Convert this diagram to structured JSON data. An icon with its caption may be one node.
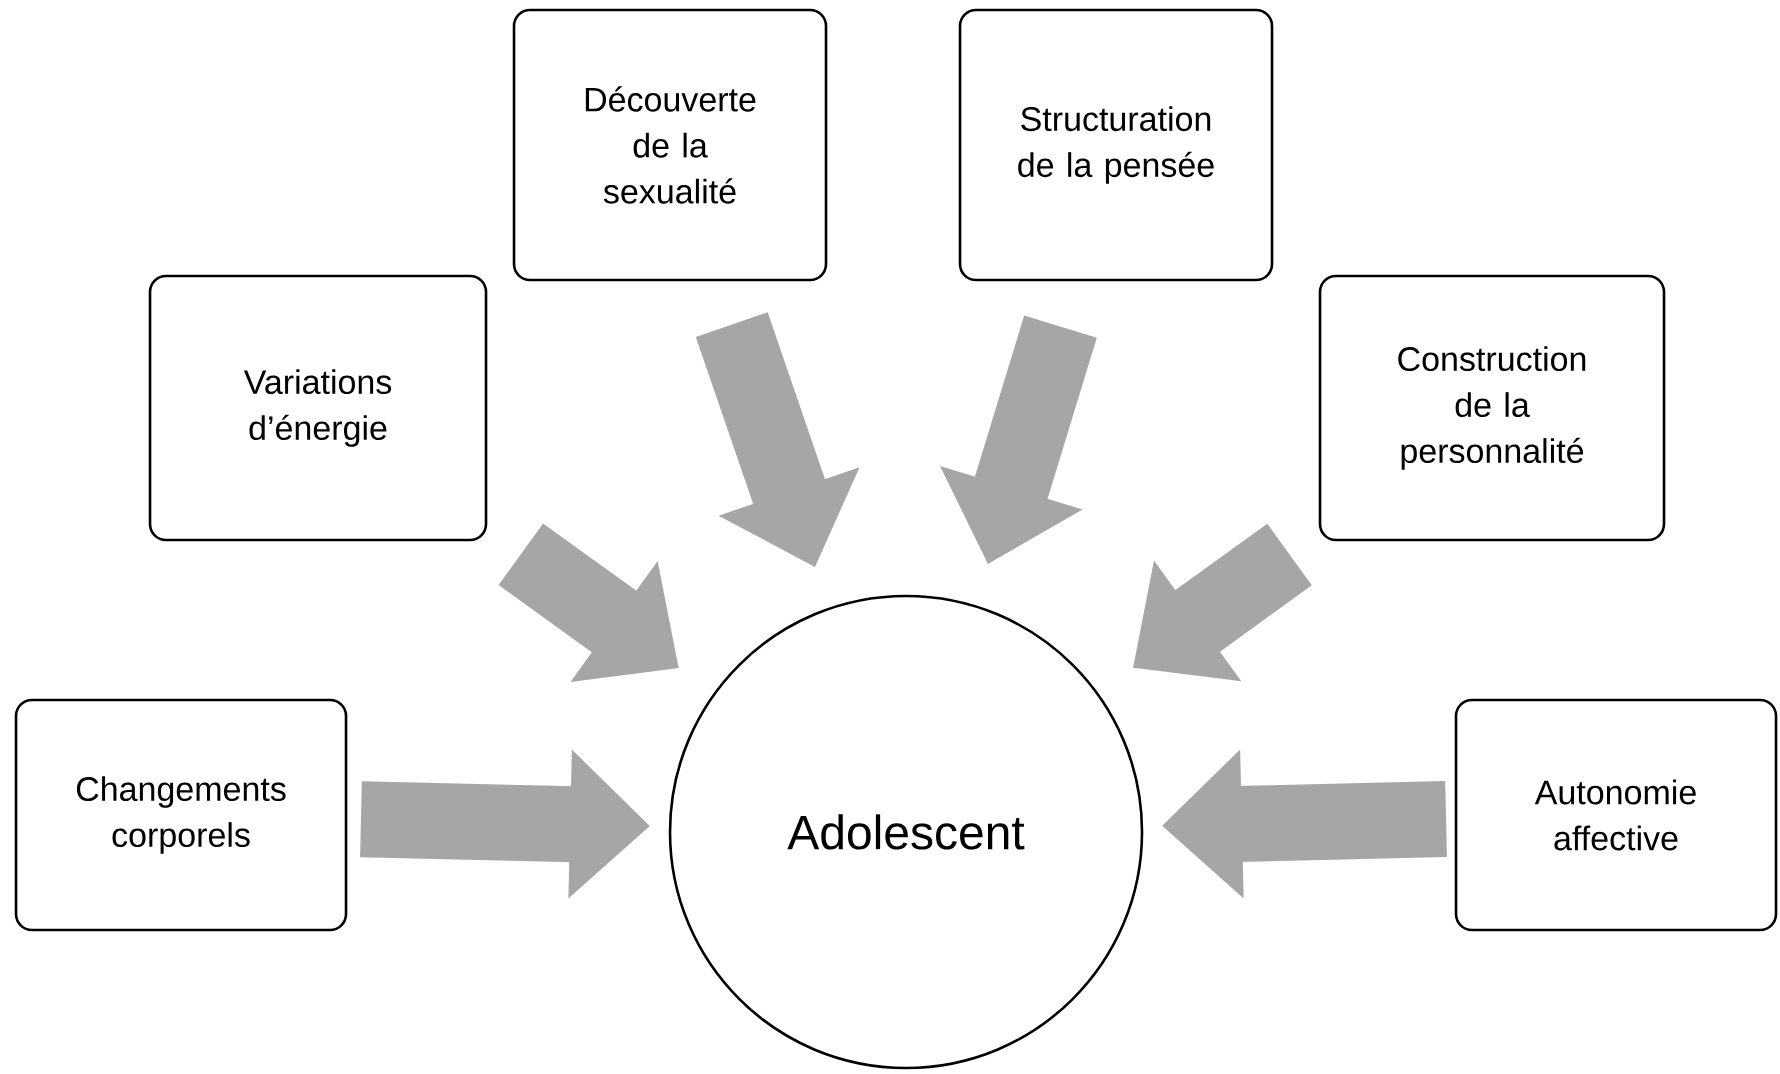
{
  "diagram": {
    "nodes": [
      {
        "text": [
          "Découverte de la sexualité"
        ]
      },
      {
        "text": [
          "Structuration de la pensée"
        ]
      },
      {
        "text": [
          "Variations d’énergie"
        ]
      },
      {
        "text": [
          "Construction de la personnalité"
        ]
      },
      {
        "text": [
          "Changements corporels"
        ]
      },
      {
        "text": [
          "Adolescent"
        ]
      },
      {
        "text": [
          "Autonomie affective"
        ]
      }
    ],
    "edges": [
      {
        "from": 0,
        "to": 5,
        "arrow": "to"
      },
      {
        "from": 1,
        "to": 5,
        "arrow": "to"
      },
      {
        "from": 2,
        "to": 5,
        "arrow": "to"
      },
      {
        "from": 3,
        "to": 5,
        "arrow": "to"
      },
      {
        "from": 4,
        "to": 5,
        "arrow": "to"
      },
      {
        "from": 6,
        "to": 5,
        "arrow": "to"
      }
    ]
  }
}
